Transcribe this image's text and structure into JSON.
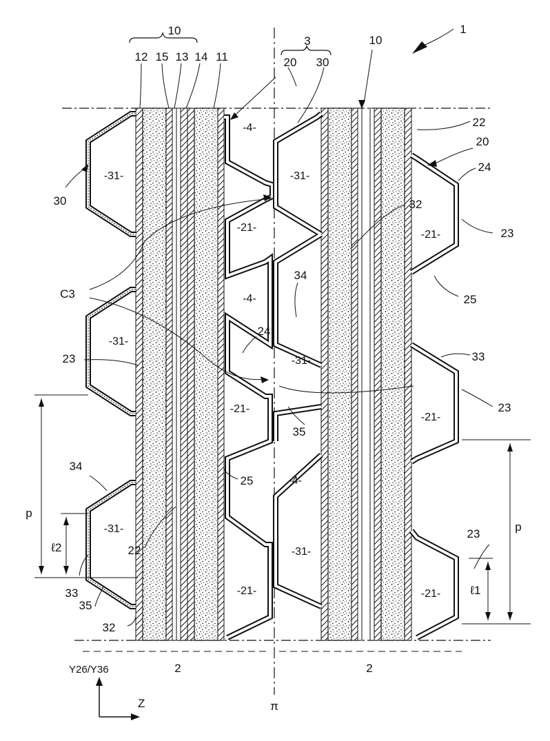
{
  "figure": {
    "top_refs": [
      "12",
      "15",
      "13",
      "14",
      "11"
    ],
    "labels": {
      "assembly_left": "10",
      "assembly_right": "10",
      "plate_group": "3",
      "ref_20_top": "20",
      "ref_30_top": "30",
      "ref_1": "1",
      "ref_22_right": "22",
      "ref_20_right": "20",
      "ref_24_right": "24",
      "ref_30_left": "30",
      "ref_32_top": "32",
      "ref_23_right_a": "23",
      "ref_c3": "C3",
      "ref_34_mid": "34",
      "ref_25_right": "25",
      "ref_24_mid": "24",
      "ref_23_left": "23",
      "ref_33_right": "33",
      "ref_23_right_b": "23",
      "ref_35_mid": "35",
      "ref_p_left": "p",
      "ref_25_mid": "25",
      "ref_34_left": "34",
      "ref_l2": "ℓ2",
      "ref_22_mid": "22",
      "ref_33_left": "33",
      "ref_35_left": "35",
      "ref_32_left": "32",
      "ref_p_right": "p",
      "ref_23_right_c": "23",
      "ref_l1": "ℓ1",
      "ref_2_left": "2",
      "ref_2_right": "2",
      "axis_y": "Y26/Y36",
      "axis_z": "Z",
      "plane": "π"
    },
    "cells": {
      "c31": "-31-",
      "c21": "-21-",
      "c4": "-4-"
    }
  }
}
